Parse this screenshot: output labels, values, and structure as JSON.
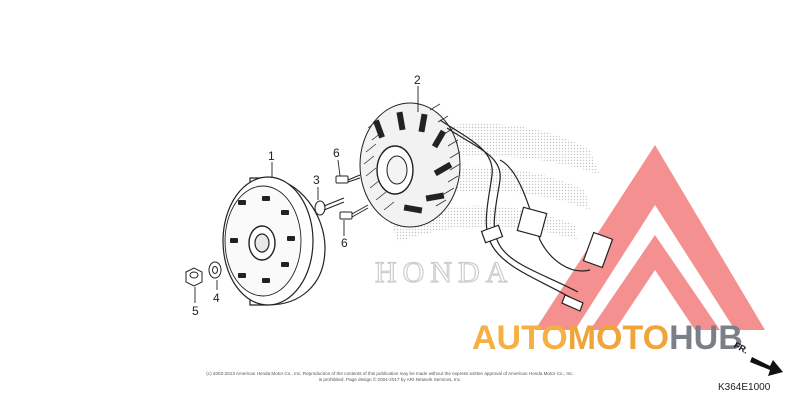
{
  "callouts": {
    "c1": "1",
    "c2": "2",
    "c3": "3",
    "c4": "4",
    "c5": "5",
    "c6a": "6",
    "c6b": "6"
  },
  "watermark": {
    "brand_part1": "AUTO",
    "brand_part2": "MOTO",
    "brand_part3": "HUB",
    "wing_text": "HONDA",
    "colors": {
      "triangle": "#f26b6b",
      "auto": "#f5b041",
      "hub": "#7b8088",
      "wing": "#c8c8c8"
    }
  },
  "copyright_text": "(c) 2002-2013 American Honda Motor Co., Inc. Reproduction of the contents of this publication may be made without the express written approval of American Honda Motor Co., Inc. is prohibited. Page design © 2004-2017 by ARI Network Services, Inc.",
  "direction_label": "FR.",
  "diagram_code": "K364E1000"
}
